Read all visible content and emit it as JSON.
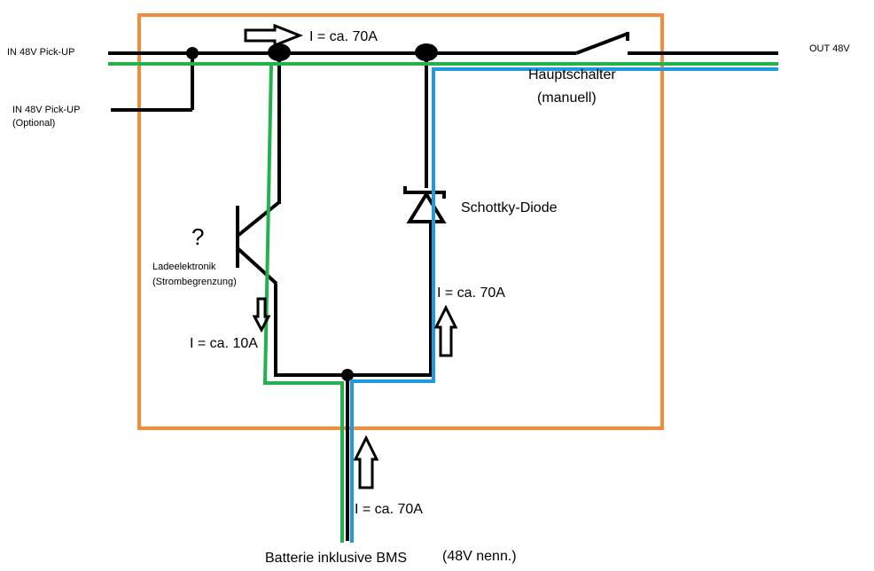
{
  "labels": {
    "in_pickup": "IN 48V Pick-UP",
    "in_pickup_optional_1": "IN 48V Pick-UP",
    "in_pickup_optional_2": "(Optional)",
    "out": "OUT 48V",
    "current_top": "I = ca. 70A",
    "switch_1": "Hauptschalter",
    "switch_2": "(manuell)",
    "diode": "Schottky-Diode",
    "current_diode": "I = ca. 70A",
    "question": "?",
    "charger_1": "Ladeelektronik",
    "charger_2": "(Strombegrenzung)",
    "current_charger": "I = ca. 10A",
    "current_battery": "I = ca. 70A",
    "battery": "Batterie inklusive BMS",
    "battery_voltage": "(48V nenn.)"
  },
  "colors": {
    "frame": "#f58a3a",
    "wire": "#000000",
    "green_path": "#22b14c",
    "blue_path": "#1e9be0"
  }
}
